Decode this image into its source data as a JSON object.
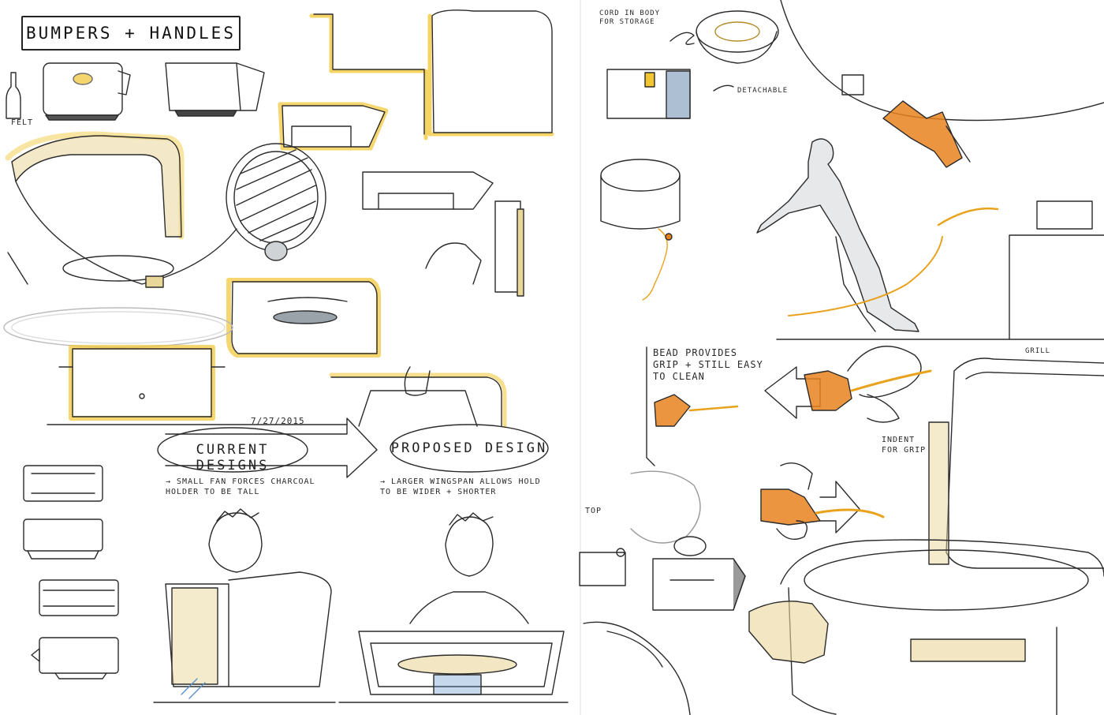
{
  "title": "BUMPERS + HANDLES",
  "labels": {
    "felt": "FELT",
    "date": "7/27/2015",
    "current_designs": "CURRENT DESIGNS",
    "proposed_design": "PROPOSED DESIGN",
    "current_note": "→ SMALL FAN FORCES CHARCOAL\nHOLDER TO BE TALL",
    "proposed_note": "→ LARGER WINGSPAN ALLOWS HOLD\nTO BE WIDER + SHORTER",
    "cord_storage": "CORD IN BODY\nFOR STORAGE",
    "detachable": "DETACHABLE",
    "bead_note": "BEAD PROVIDES\nGRIP + STILL EASY\nTO CLEAN",
    "indent_grip": "INDENT\nFOR GRIP",
    "grill": "GRILL",
    "top": "TOP"
  },
  "colors": {
    "ink": "#2b2b2b",
    "marker_yellow": "#f2c531",
    "marker_orange": "#e8821e",
    "wood": "#e9d79a",
    "shade": "#9aa3aa"
  }
}
